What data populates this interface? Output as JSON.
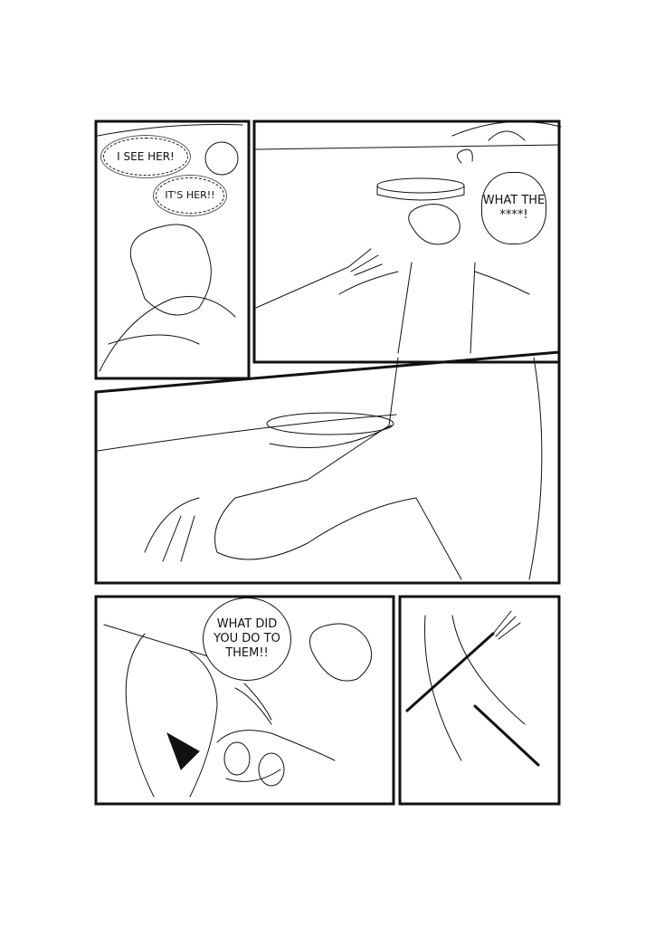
{
  "panels": [
    {
      "id": 1,
      "bubbles": [
        "I SEE HER!",
        "IT'S HER!!"
      ]
    },
    {
      "id": 2,
      "bubbles": [
        "WHAT THE ****!"
      ]
    },
    {
      "id": 3,
      "bubbles": []
    },
    {
      "id": 4,
      "bubbles": [
        "WHAT DID YOU DO TO THEM!!"
      ]
    },
    {
      "id": 5,
      "bubbles": []
    }
  ],
  "bubbles": {
    "see_her": "I SEE HER!",
    "its_her": "IT'S HER!!",
    "what_the": "WHAT THE ****!",
    "what_did": "WHAT DID YOU DO TO THEM!!"
  },
  "colors": {
    "ink": "#111111",
    "paper": "#ffffff"
  }
}
